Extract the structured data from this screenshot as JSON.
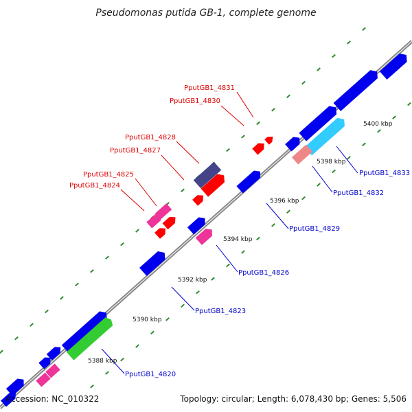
{
  "title": "Pseudomonas putida GB-1, complete genome",
  "footer": {
    "accession": "Accession: NC_010322",
    "topology": "Topology: circular; Length: 6,078,430 bp; Genes: 5,506"
  },
  "colors": {
    "backbone": "#888888",
    "tick_dot": "#2e8b2e",
    "label_top": "#dd0000",
    "label_bottom": "#0000cc",
    "gene_blue": "#0000ee",
    "gene_red": "#ff0000",
    "gene_magenta": "#ee3399",
    "gene_navy": "#444488",
    "gene_green": "#33cc33",
    "gene_cyan": "#33ccff",
    "gene_salmon": "#ee8888"
  },
  "ticks": [
    "5388 kbp",
    "5390 kbp",
    "5392 kbp",
    "5394 kbp",
    "5396 kbp",
    "5398 kbp",
    "5400 kbp"
  ],
  "gene_labels": [
    "PputGB1_4831",
    "PputGB1_4830",
    "PputGB1_4828",
    "PputGB1_4827",
    "PputGB1_4825",
    "PputGB1_4824",
    "PputGB1_4833",
    "PputGB1_4832",
    "PputGB1_4829",
    "PputGB1_4826",
    "PputGB1_4823",
    "PputGB1_4820"
  ]
}
